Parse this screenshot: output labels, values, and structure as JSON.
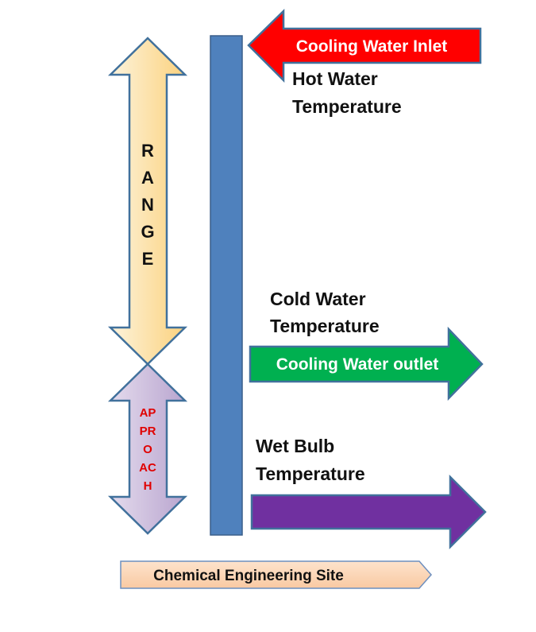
{
  "diagram": {
    "inlet_label": "Cooling Water Inlet",
    "outlet_label": "Cooling Water outlet",
    "hot_water": [
      "Hot Water",
      "Temperature"
    ],
    "cold_water": [
      "Cold Water",
      "Temperature"
    ],
    "wet_bulb": [
      "Wet Bulb",
      "Temperature"
    ],
    "range_letters": [
      "R",
      "A",
      "N",
      "G",
      "E"
    ],
    "approach_lines": [
      "AP",
      "PR",
      "O",
      "AC",
      "H"
    ],
    "footer_label": "Chemical Engineering Site"
  },
  "colors": {
    "inlet_red": "#ff0000",
    "outlet_green": "#00b050",
    "wet_bulb_purple": "#7030a0",
    "column_blue": "#4f81bd",
    "range_fill": "#fcd58a",
    "approach_fill": "#c9b7d9",
    "approach_text": "#e00000",
    "footer_fill": "#fbd5b5"
  }
}
